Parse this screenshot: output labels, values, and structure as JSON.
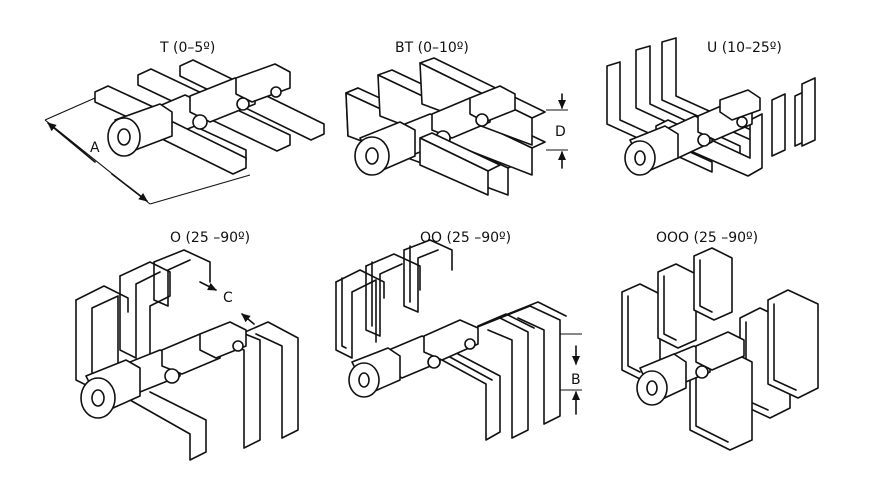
{
  "panels": [
    {
      "id": "t",
      "title": "T (0–5º)",
      "dimension": "A"
    },
    {
      "id": "bt",
      "title": "BT  (0–10º)",
      "dimension": "D"
    },
    {
      "id": "u",
      "title": "U  (10–25º)",
      "dimension": ""
    },
    {
      "id": "o",
      "title": "O  (25 –90º)",
      "dimension": "C"
    },
    {
      "id": "oo",
      "title": "OO  (25 –90º)",
      "dimension": "B"
    },
    {
      "id": "ooo",
      "title": "OOO  (25 –90º)",
      "dimension": ""
    }
  ]
}
